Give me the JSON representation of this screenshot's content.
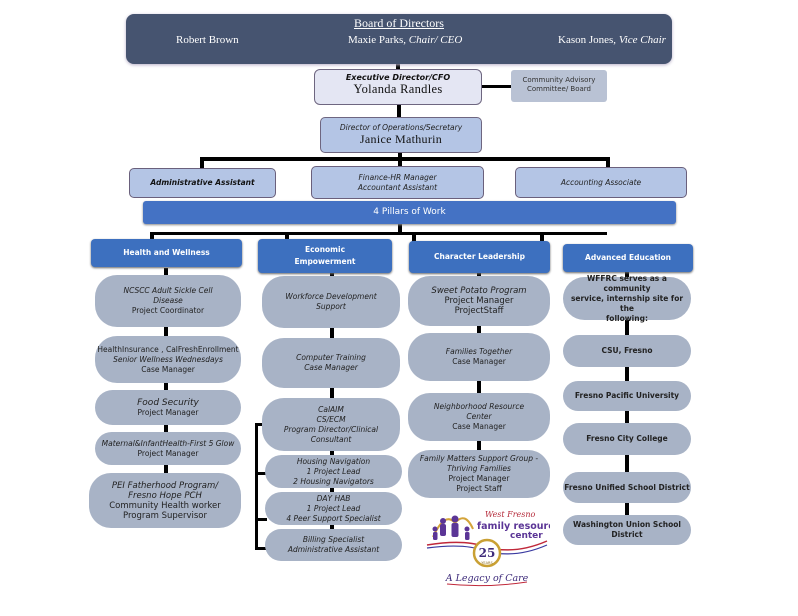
{
  "board": {
    "title": "Board of Directors",
    "members": [
      {
        "name": "Robert Brown",
        "role": ""
      },
      {
        "name": "Maxie Parks, ",
        "role": "Chair/ CEO"
      },
      {
        "name": "Kason Jones, ",
        "role": "Vice Chair"
      }
    ]
  },
  "executive": {
    "role": "Executive Director/CFO",
    "name": "Yolanda Randles"
  },
  "advisory": {
    "line1": "Community Advisory",
    "line2": "Committee/ Board"
  },
  "director": {
    "role": "Director of Operations/Secretary",
    "name": "Janice Mathurin"
  },
  "staff": [
    {
      "lines": [
        "Administrative Assistant"
      ]
    },
    {
      "lines": [
        "Finance-HR  Manager",
        "Accountant Assistant"
      ]
    },
    {
      "lines": [
        "Accounting Associate"
      ]
    }
  ],
  "pillars_label": "4 Pillars of Work",
  "columns": [
    {
      "heading": [
        "Health and Wellness"
      ],
      "items": [
        {
          "lines": [
            {
              "t": "NCSCC Adult Sickle Cell",
              "s": "it"
            },
            {
              "t": "Disease",
              "s": "it"
            },
            {
              "t": "Project Coordinator",
              "s": ""
            }
          ]
        },
        {
          "lines": [
            {
              "t": "HealthInsurance , CalFreshEnrollment",
              "s": ""
            },
            {
              "t": "Senior Wellness Wednesdays",
              "s": "it"
            },
            {
              "t": "Case Manager",
              "s": ""
            }
          ]
        },
        {
          "lines": [
            {
              "t": "Food Security",
              "s": "it"
            },
            {
              "t": "Project Manager",
              "s": ""
            }
          ]
        },
        {
          "lines": [
            {
              "t": "Maternal&InfantHealth-First 5 Glow",
              "s": "it"
            },
            {
              "t": "Project Manager",
              "s": ""
            }
          ]
        },
        {
          "lines": [
            {
              "t": "PEI Fatherhood Program/",
              "s": "it"
            },
            {
              "t": "Fresno Hope PCH",
              "s": "it"
            },
            {
              "t": "Community Health worker",
              "s": ""
            },
            {
              "t": "Program Supervisor",
              "s": ""
            }
          ]
        }
      ]
    },
    {
      "heading": [
        "Economic",
        "Empowerment"
      ],
      "items": [
        {
          "lines": [
            {
              "t": "Workforce Development",
              "s": "it"
            },
            {
              "t": "Support",
              "s": "it"
            }
          ]
        },
        {
          "lines": [
            {
              "t": "Computer Training",
              "s": "it"
            },
            {
              "t": "Case Manager",
              "s": "it"
            }
          ]
        },
        {
          "lines": [
            {
              "t": "CalAIM",
              "s": "it"
            },
            {
              "t": "CS/ECM",
              "s": "it"
            },
            {
              "t": "Program Director/Clinical",
              "s": "it"
            },
            {
              "t": "Consultant",
              "s": "it"
            }
          ]
        },
        {
          "lines": [
            {
              "t": "Housing Navigation",
              "s": "it"
            },
            {
              "t": "1 Project Lead",
              "s": "it"
            },
            {
              "t": "2 Housing Navigators",
              "s": "it"
            }
          ]
        },
        {
          "lines": [
            {
              "t": "DAY HAB",
              "s": "it"
            },
            {
              "t": "1 Project Lead",
              "s": "it"
            },
            {
              "t": "4 Peer Support Specialist",
              "s": "it"
            }
          ]
        },
        {
          "lines": [
            {
              "t": "Billing Specialist",
              "s": "it"
            },
            {
              "t": "Administrative Assistant",
              "s": "it"
            }
          ]
        }
      ]
    },
    {
      "heading": [
        "Character Leadership"
      ],
      "items": [
        {
          "lines": [
            {
              "t": "Sweet Potato Program",
              "s": "it"
            },
            {
              "t": "Project Manager",
              "s": ""
            },
            {
              "t": "ProjectStaff",
              "s": ""
            }
          ]
        },
        {
          "lines": [
            {
              "t": "Families Together",
              "s": "it"
            },
            {
              "t": "Case Manager",
              "s": ""
            }
          ]
        },
        {
          "lines": [
            {
              "t": "Neighborhood Resource",
              "s": "it"
            },
            {
              "t": "Center",
              "s": "it"
            },
            {
              "t": "Case Manager",
              "s": ""
            }
          ]
        },
        {
          "lines": [
            {
              "t": "Family Matters Support Group -",
              "s": "it"
            },
            {
              "t": "Thriving Families",
              "s": "it"
            },
            {
              "t": "Project Manager",
              "s": ""
            },
            {
              "t": "Project Staff",
              "s": ""
            }
          ]
        }
      ]
    },
    {
      "heading": [
        "Advanced Education"
      ],
      "items": [
        {
          "lines": [
            {
              "t": "WFFRC serves as a community",
              "s": "bd"
            },
            {
              "t": "service, internship site for the",
              "s": "bd"
            },
            {
              "t": "following:",
              "s": "bd"
            }
          ]
        },
        {
          "lines": [
            {
              "t": "CSU, Fresno",
              "s": "bd"
            }
          ]
        },
        {
          "lines": [
            {
              "t": "Fresno Pacific University",
              "s": "bd"
            }
          ]
        },
        {
          "lines": [
            {
              "t": "Fresno City College",
              "s": "bd"
            }
          ]
        },
        {
          "lines": [
            {
              "t": "Fresno Unified School District",
              "s": "bd"
            }
          ]
        },
        {
          "lines": [
            {
              "t": "Washington Union School",
              "s": "bd"
            },
            {
              "t": "District",
              "s": "bd"
            }
          ]
        }
      ]
    }
  ],
  "logo": {
    "top": "West Fresno",
    "main1": "family resource",
    "main2": "center",
    "years": "25",
    "years_label": "YEARS",
    "tagline": "A Legacy of Care"
  },
  "colors": {
    "board": "#465470",
    "pillars": "#4472c4",
    "heading": "#3d70bf",
    "pill": "#a8b3c6",
    "staff": "#b4c5e5"
  }
}
